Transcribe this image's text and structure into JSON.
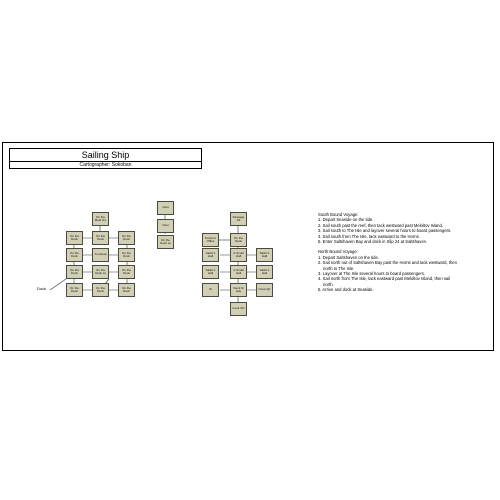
{
  "title": "Sailing Ship",
  "subtitle": "Cartographer: Sokoban",
  "rooms": {
    "r_top_a": "On the Boat (F)",
    "r_a1": "On the Dock",
    "r_a2": "On the Dock",
    "r_a3": "On the Dock",
    "r_b1": "On the Dock",
    "r_b2": "At sheaa",
    "r_b3": "On the Dock",
    "r_c1": "On the Dock",
    "r_c2": "On the Deck ss",
    "r_c3": "On the Deck",
    "r_d1": "On the Deck",
    "r_d2": "On the Deck",
    "r_d3": "On the Deck",
    "r_m1": "Nest",
    "r_m2": "Nest",
    "r_m3": "On the Deck ss",
    "r_p1": "Passage Aft",
    "r_p2": "Purser's Office",
    "r_p3": "On the Deck",
    "r_q1": "Sailor's Hall",
    "r_q2": "A Small Hall",
    "r_q3": "Sailor's Hall",
    "r_s1": "Sailor's Hall",
    "r_s2": "A Small Hall",
    "r_s3": "Sailor's Hall",
    "r_t1": "St",
    "r_t2": "Deck ltt way",
    "r_t3": "Crew Qtr",
    "r_u1": "Cook Shi"
  },
  "outside_label": "Dock",
  "notes": {
    "south_title": "South Bound Voyage:",
    "south": [
      "1. Depart Seaside on the tide.",
      "2. Sail south past the reef, then tack westward past Meloltov Island.",
      "3. Sail south to The Isle and layover several hours to board passengers.",
      "4. Sail south from The Isle, tack eastward to the Horns.",
      "5. Enter Saltshaven Bay and dock in Slip 24 at Saltshaven."
    ],
    "north_title": "North Bound Voyage:",
    "north": [
      "1. Depart Saltshaven on the tide.",
      "2. Sail north out of Saltshaven Bay past the Horns and tack westward, then",
      "north to The Isle.",
      "3. Layover at The Isle several hours to board passengers.",
      "4. Sail north from The Isle, tack eastward past Meloltov Island, then sail",
      "north.",
      "5. Arrive and dock at Seaside."
    ]
  }
}
